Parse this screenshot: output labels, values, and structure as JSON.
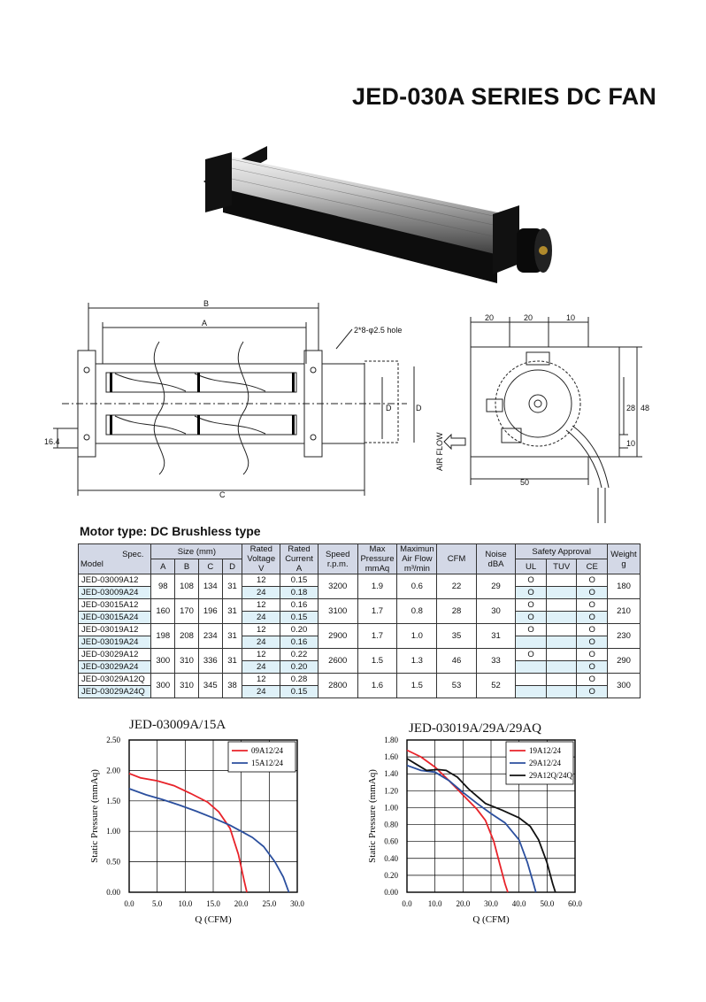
{
  "title": "JED-030A SERIES DC FAN",
  "drawing": {
    "labels": {
      "b": "B",
      "a": "A",
      "c": "C",
      "d": "D",
      "hole": "2*8-φ2.5 hole",
      "h164": "16.4",
      "d20a": "20",
      "d20b": "20",
      "d10": "10",
      "d28": "28",
      "d48": "48",
      "d10b": "10",
      "d50": "50",
      "airflow": "AIR FLOW"
    }
  },
  "motor_type": "Motor type: DC Brushless type",
  "table": {
    "headers": {
      "spec": "Spec.",
      "model": "Model",
      "size": "Size (mm)",
      "a": "A",
      "b": "B",
      "c": "C",
      "d": "D",
      "rated_voltage_1": "Rated",
      "rated_voltage_2": "Voltage",
      "rated_voltage_3": "V",
      "rated_current_1": "Rated",
      "rated_current_2": "Current",
      "rated_current_3": "A",
      "speed_1": "Speed",
      "speed_2": "r.p.m.",
      "max_pressure_1": "Max",
      "max_pressure_2": "Pressure",
      "max_pressure_3": "mmAq",
      "max_airflow_1": "Maximun",
      "max_airflow_2": "Air Flow",
      "max_airflow_3": "m³/min",
      "cfm": "CFM",
      "noise_1": "Noise",
      "noise_2": "dBA",
      "safety": "Safety Approval",
      "ul": "UL",
      "tuv": "TUV",
      "ce": "CE",
      "weight_1": "Weight",
      "weight_2": "g"
    },
    "groups": [
      {
        "models": [
          "JED-03009A12",
          "JED-03009A24"
        ],
        "a": "98",
        "b": "108",
        "c": "134",
        "d": "31",
        "voltage": [
          "12",
          "24"
        ],
        "current": [
          "0.15",
          "0.18"
        ],
        "speed": "3200",
        "pressure": "1.9",
        "airflow": "0.6",
        "cfm": "22",
        "noise": "29",
        "ul": [
          "O",
          "O"
        ],
        "tuv": [
          "",
          ""
        ],
        "ce": [
          "O",
          "O"
        ],
        "weight": "180"
      },
      {
        "models": [
          "JED-03015A12",
          "JED-03015A24"
        ],
        "a": "160",
        "b": "170",
        "c": "196",
        "d": "31",
        "voltage": [
          "12",
          "24"
        ],
        "current": [
          "0.16",
          "0.15"
        ],
        "speed": "3100",
        "pressure": "1.7",
        "airflow": "0.8",
        "cfm": "28",
        "noise": "30",
        "ul": [
          "O",
          "O"
        ],
        "tuv": [
          "",
          ""
        ],
        "ce": [
          "O",
          "O"
        ],
        "weight": "210"
      },
      {
        "models": [
          "JED-03019A12",
          "JED-03019A24"
        ],
        "a": "198",
        "b": "208",
        "c": "234",
        "d": "31",
        "voltage": [
          "12",
          "24"
        ],
        "current": [
          "0.20",
          "0.16"
        ],
        "speed": "2900",
        "pressure": "1.7",
        "airflow": "1.0",
        "cfm": "35",
        "noise": "31",
        "ul": [
          "O",
          ""
        ],
        "tuv": [
          "",
          ""
        ],
        "ce": [
          "O",
          "O"
        ],
        "weight": "230"
      },
      {
        "models": [
          "JED-03029A12",
          "JED-03029A24"
        ],
        "a": "300",
        "b": "310",
        "c": "336",
        "d": "31",
        "voltage": [
          "12",
          "24"
        ],
        "current": [
          "0.22",
          "0.20"
        ],
        "speed": "2600",
        "pressure": "1.5",
        "airflow": "1.3",
        "cfm": "46",
        "noise": "33",
        "ul": [
          "O",
          ""
        ],
        "tuv": [
          "",
          ""
        ],
        "ce": [
          "O",
          "O"
        ],
        "weight": "290"
      },
      {
        "models": [
          "JED-03029A12Q",
          "JED-03029A24Q"
        ],
        "a": "300",
        "b": "310",
        "c": "345",
        "d": "38",
        "voltage": [
          "12",
          "24"
        ],
        "current": [
          "0.28",
          "0.15"
        ],
        "speed": "2800",
        "pressure": "1.6",
        "airflow": "1.5",
        "cfm": "53",
        "noise": "52",
        "ul": [
          "",
          ""
        ],
        "tuv": [
          "",
          ""
        ],
        "ce": [
          "O",
          "O"
        ],
        "weight": "300"
      }
    ]
  },
  "chart_data": [
    {
      "type": "line",
      "title": "JED-03009A/15A",
      "xlabel": "Q (CFM)",
      "ylabel": "Static Pressure (mmAq)",
      "xlim": [
        0,
        30
      ],
      "ylim": [
        0,
        2.5
      ],
      "xticks": [
        "0.0",
        "5.0",
        "10.0",
        "15.0",
        "20.0",
        "25.0",
        "30.0"
      ],
      "yticks": [
        "0.00",
        "0.50",
        "1.00",
        "1.50",
        "2.00",
        "2.50"
      ],
      "legend_position": "top-right",
      "grid": true,
      "series": [
        {
          "name": "09A12/24",
          "color": "#e8232a",
          "x": [
            0,
            2,
            5,
            8,
            11,
            14,
            16,
            18,
            19.5,
            20.5,
            21
          ],
          "y": [
            1.95,
            1.88,
            1.83,
            1.75,
            1.62,
            1.48,
            1.32,
            1.05,
            0.62,
            0.2,
            0
          ]
        },
        {
          "name": "15A12/24",
          "color": "#2b4f9e",
          "x": [
            0,
            3,
            6,
            9,
            12,
            15,
            18,
            20,
            22,
            24,
            26,
            27.5,
            28.5
          ],
          "y": [
            1.7,
            1.6,
            1.52,
            1.43,
            1.33,
            1.22,
            1.1,
            1.0,
            0.9,
            0.75,
            0.5,
            0.25,
            0
          ]
        }
      ]
    },
    {
      "type": "line",
      "title": "JED-03019A/29A/29AQ",
      "xlabel": "Q (CFM)",
      "ylabel": "Static Pressure (mmAq)",
      "xlim": [
        0,
        60
      ],
      "ylim": [
        0,
        1.8
      ],
      "xticks": [
        "0.0",
        "10.0",
        "20.0",
        "30.0",
        "40.0",
        "50.0",
        "60.0"
      ],
      "yticks": [
        "0.00",
        "0.20",
        "0.40",
        "0.60",
        "0.80",
        "1.00",
        "1.20",
        "1.40",
        "1.60",
        "1.80"
      ],
      "legend_position": "top-right",
      "grid": true,
      "series": [
        {
          "name": "19A12/24",
          "color": "#e8232a",
          "x": [
            0,
            5,
            10,
            15,
            20,
            25,
            28,
            31,
            33,
            35,
            36
          ],
          "y": [
            1.68,
            1.6,
            1.48,
            1.32,
            1.15,
            0.98,
            0.85,
            0.6,
            0.35,
            0.1,
            0
          ]
        },
        {
          "name": "29A12/24",
          "color": "#2b4f9e",
          "x": [
            0,
            5,
            10,
            15,
            20,
            25,
            30,
            35,
            40,
            43,
            45,
            46
          ],
          "y": [
            1.5,
            1.44,
            1.42,
            1.32,
            1.18,
            1.05,
            0.93,
            0.82,
            0.62,
            0.35,
            0.12,
            0
          ]
        },
        {
          "name": "29A12Q/24Q",
          "color": "#111111",
          "x": [
            0,
            3,
            7,
            11,
            14,
            18,
            22,
            28,
            34,
            40,
            44,
            47,
            50,
            52,
            53
          ],
          "y": [
            1.58,
            1.52,
            1.44,
            1.45,
            1.44,
            1.36,
            1.22,
            1.05,
            0.97,
            0.88,
            0.78,
            0.62,
            0.35,
            0.1,
            0
          ]
        }
      ]
    }
  ]
}
